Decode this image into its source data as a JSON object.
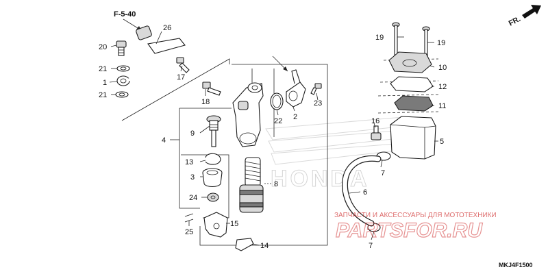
{
  "reference": "F-5-40",
  "direction": "FR.",
  "diagram_code": "MKJ4F1500",
  "watermark": {
    "logo": "HONDA",
    "caption": "ЗАПЧАСТИ И АКСЕССУАРЫ ДЛЯ МОТОТЕХНИКИ",
    "brand": "PARTSFOR.RU"
  },
  "callouts": {
    "c1": "1",
    "c2": "2",
    "c3": "3",
    "c4": "4",
    "c5": "5",
    "c6": "6",
    "c7a": "7",
    "c7b": "7",
    "c8": "8",
    "c9": "9",
    "c10": "10",
    "c11": "11",
    "c12": "12",
    "c13": "13",
    "c14": "14",
    "c15": "15",
    "c16": "16",
    "c17": "17",
    "c18": "18",
    "c19a": "19",
    "c19b": "19",
    "c20": "20",
    "c21a": "21",
    "c21b": "21",
    "c22": "22",
    "c23": "23",
    "c24": "24",
    "c25": "25",
    "c26": "26"
  }
}
